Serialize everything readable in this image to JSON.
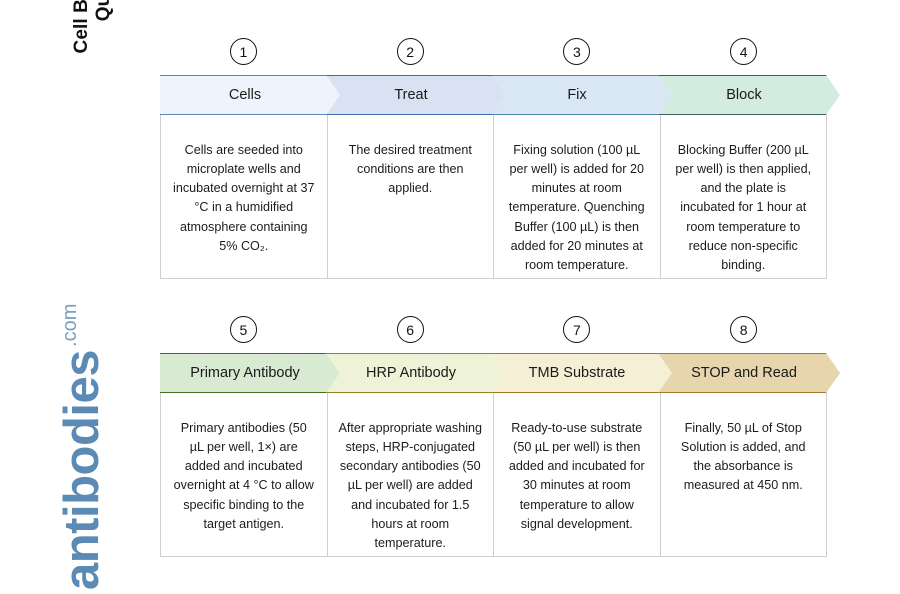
{
  "page": {
    "title": "Cell Based ELISA Kits Quick Protocol",
    "title_lines": [
      "Cell Based ELISA Kits",
      "Quick Protocol"
    ],
    "watermark": {
      "name": "antibodies",
      "suffix": ".com",
      "color": "#5b8ab5"
    },
    "background": "#ffffff",
    "border_color": "#cfcfcf"
  },
  "rows": [
    {
      "id": "row-1",
      "steps": [
        {
          "number": "1",
          "label": "Cells",
          "fill": "#eef4fb",
          "stroke": "#5b87b5",
          "body": "Cells are seeded into microplate wells and incubated overnight at 37 °C in a humidified atmosphere containing 5% CO₂."
        },
        {
          "number": "2",
          "label": "Treat",
          "fill": "#d9e2f3",
          "stroke": "#3d6ba5",
          "body": "The desired treatment conditions are then applied."
        },
        {
          "number": "3",
          "label": "Fix",
          "fill": "#d9e7f5",
          "stroke": "#4a87b5",
          "body": "Fixing solution (100 µL per well) is added for 20 minutes at room temperature. Quenching Buffer (100 µL) is then added for 20 minutes at room temperature."
        },
        {
          "number": "4",
          "label": "Block",
          "fill": "#d3ece1",
          "stroke": "#3f5f57",
          "body": "Blocking Buffer (200 µL per well) is then applied, and the plate is incubated for 1 hour at room temperature to reduce non-specific binding."
        }
      ]
    },
    {
      "id": "row-2",
      "steps": [
        {
          "number": "5",
          "label": "Primary Antibody",
          "fill": "#d9ead3",
          "stroke": "#47711f",
          "body": "Primary antibodies (50 µL per well, 1×) are added and incubated overnight at 4 °C to allow specific binding to the target antigen."
        },
        {
          "number": "6",
          "label": "HRP Antibody",
          "fill": "#eef3d8",
          "stroke": "#8a8a2a",
          "body": "After appropriate washing steps, HRP-conjugated secondary antibodies (50 µL per well) are added and incubated for 1.5 hours at room temperature."
        },
        {
          "number": "7",
          "label": "TMB Substrate",
          "fill": "#f5f0d5",
          "stroke": "#9c7b2c",
          "body": "Ready-to-use substrate (50 µL per well) is then added and incubated for 30 minutes at room temperature to allow signal development."
        },
        {
          "number": "8",
          "label": "STOP and Read",
          "fill": "#e6d5ad",
          "stroke": "#a07c32",
          "body": "Finally, 50 µL of Stop Solution is added, and the absorbance is measured at 450 nm."
        }
      ]
    }
  ]
}
